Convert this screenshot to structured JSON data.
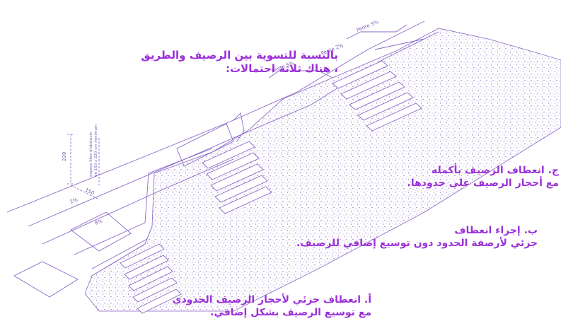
{
  "annotations": {
    "intro": [
      "بالنسبة للتسوية بين الرصيف والطريق",
      "، هناك ثلاثة احتمالات:"
    ],
    "option_c": [
      "ج. انعطاف الرصيف بأكمله",
      "مع أحجار الرصيف على حدودها."
    ],
    "option_b": [
      "ب. إجراء انعطاف",
      "جزئي لأرصفة الحدود دون توسيع إضافي للرصيف."
    ],
    "option_a": [
      "أ. انعطاف جزئي لأحجار الرصيف الحدودي",
      "مع توسيع الرصيف بشكل إضافي."
    ]
  },
  "drawing_labels": {
    "slope_top_far": "Pente 5%",
    "slope_top_near": "Pente 2%",
    "slope_top_mid": "Pente 5%",
    "slope_left_2": "2%",
    "slope_left_8": "8%",
    "height_220": "220",
    "width_150": "150",
    "vertical_note_1": "espace libre d'obstacle",
    "vertical_note_2": "de 150 x 220 cm minimum"
  },
  "colors": {
    "annotation_text": "#9b30d9",
    "linework": "#8a66c7",
    "speckle": "#9a84cc"
  }
}
